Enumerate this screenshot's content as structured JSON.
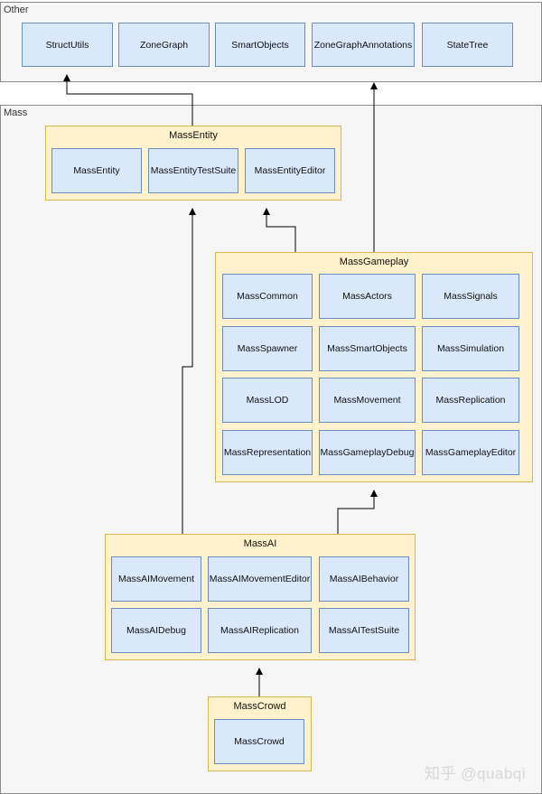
{
  "containers": {
    "other": {
      "label": "Other",
      "modules": [
        "StructUtils",
        "ZoneGraph",
        "SmartObjects",
        "ZoneGraphAnnotations",
        "StateTree"
      ]
    },
    "mass": {
      "label": "Mass"
    }
  },
  "groups": {
    "mass_entity": {
      "title": "MassEntity",
      "modules": [
        "MassEntity",
        "MassEntityTestSuite",
        "MassEntityEditor"
      ]
    },
    "mass_gameplay": {
      "title": "MassGameplay",
      "modules": [
        "MassCommon",
        "MassActors",
        "MassSignals",
        "MassSpawner",
        "MassSmartObjects",
        "MassSimulation",
        "MassLOD",
        "MassMovement",
        "MassReplication",
        "MassRepresentation",
        "MassGameplayDebug",
        "MassGameplayEditor"
      ]
    },
    "mass_ai": {
      "title": "MassAI",
      "modules": [
        "MassAIMovement",
        "MassAIMovementEditor",
        "MassAIBehavior",
        "MassAIDebug",
        "MassAIReplication",
        "MassAITestSuite"
      ]
    },
    "mass_crowd": {
      "title": "MassCrowd",
      "modules": [
        "MassCrowd"
      ]
    }
  },
  "edges": [
    {
      "from": "MassEntity",
      "to": "Other"
    },
    {
      "from": "MassGameplay",
      "to": "MassEntity"
    },
    {
      "from": "MassGameplay",
      "to": "Other"
    },
    {
      "from": "MassAI",
      "to": "MassEntity"
    },
    {
      "from": "MassAI",
      "to": "MassGameplay"
    },
    {
      "from": "MassCrowd",
      "to": "MassAI"
    }
  ],
  "watermark": "知乎 @quabqi",
  "colors": {
    "module_fill": "#dae8fc",
    "module_stroke": "#6c8ebf",
    "group_fill": "#fff2cc",
    "group_stroke": "#d6b656",
    "container_fill": "#f6f6f6",
    "container_stroke": "#8c8c8c"
  }
}
